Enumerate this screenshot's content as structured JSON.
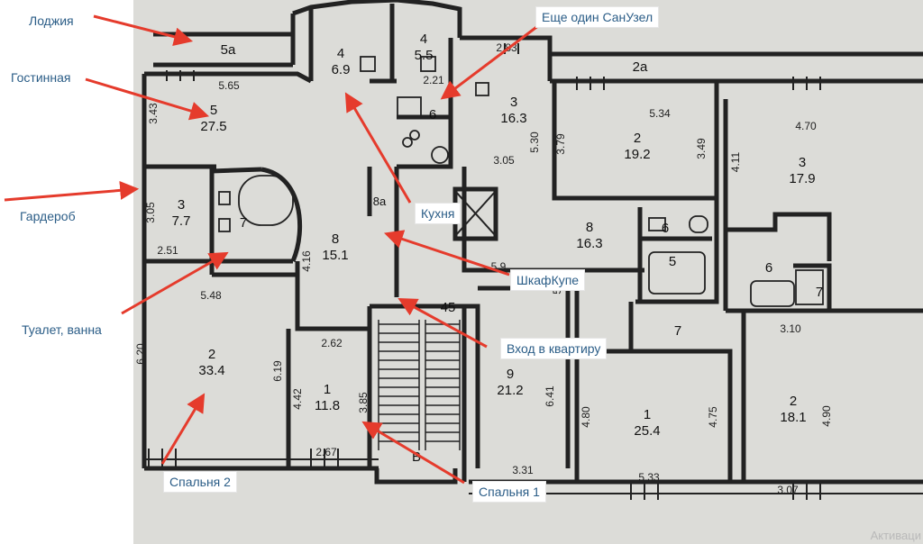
{
  "callouts": {
    "loggia": "Лоджия",
    "living": "Гостинная",
    "wardrobe": "Гардероб",
    "toilet_bath": "Туалет, ванна",
    "bedroom2": "Спальня 2",
    "bedroom1": "Спальня 1",
    "entrance": "Вход в квартиру",
    "wardrobe_coupe": "ШкафКупе",
    "kitchen": "Кухня",
    "second_bathroom": "Еще один СанУзел"
  },
  "rooms": [
    {
      "num": "5a",
      "area": ""
    },
    {
      "num": "4",
      "area": "6.9"
    },
    {
      "num": "4",
      "area": "5.5"
    },
    {
      "num": "6",
      "area": ""
    },
    {
      "num": "3",
      "area": "16.3"
    },
    {
      "num": "2a",
      "area": ""
    },
    {
      "num": "2",
      "area": "19.2"
    },
    {
      "num": "3",
      "area": "17.9"
    },
    {
      "num": "5",
      "area": "27.5"
    },
    {
      "num": "3",
      "area": "7.7"
    },
    {
      "num": "7",
      "area": ""
    },
    {
      "num": "8a",
      "area": ""
    },
    {
      "num": "8",
      "area": "15.1"
    },
    {
      "num": "8",
      "area": "16.3"
    },
    {
      "num": "6",
      "area": ""
    },
    {
      "num": "5",
      "area": ""
    },
    {
      "num": "6",
      "area": ""
    },
    {
      "num": "7",
      "area": ""
    },
    {
      "num": "7",
      "area": ""
    },
    {
      "num": "2",
      "area": "33.4"
    },
    {
      "num": "1",
      "area": "11.8"
    },
    {
      "num": "9",
      "area": "21.2"
    },
    {
      "num": "1",
      "area": "25.4"
    },
    {
      "num": "2",
      "area": "18.1"
    },
    {
      "num": "B",
      "area": ""
    },
    {
      "num": "45",
      "area": ""
    }
  ],
  "dimensions": [
    "2.83",
    "5.65",
    "2.21",
    "3.43",
    "5.34",
    "4.70",
    "3.05",
    "5.30",
    "3.79",
    "3.49",
    "4.11",
    "3.05",
    "2.51",
    "4.16",
    "5.48",
    "5.9",
    "5.15",
    "6.20",
    "6.19",
    "2.62",
    "4.42",
    "3.85",
    "6.41",
    "4.80",
    "4.75",
    "3.10",
    "4.90",
    "2.67",
    "3.31",
    "5.33",
    "3.07"
  ],
  "watermark": "Активаци",
  "colors": {
    "arrow": "#e53b2c",
    "callout_text": "#2b5d87",
    "wall": "#222222",
    "paper": "#dcdcd8"
  }
}
